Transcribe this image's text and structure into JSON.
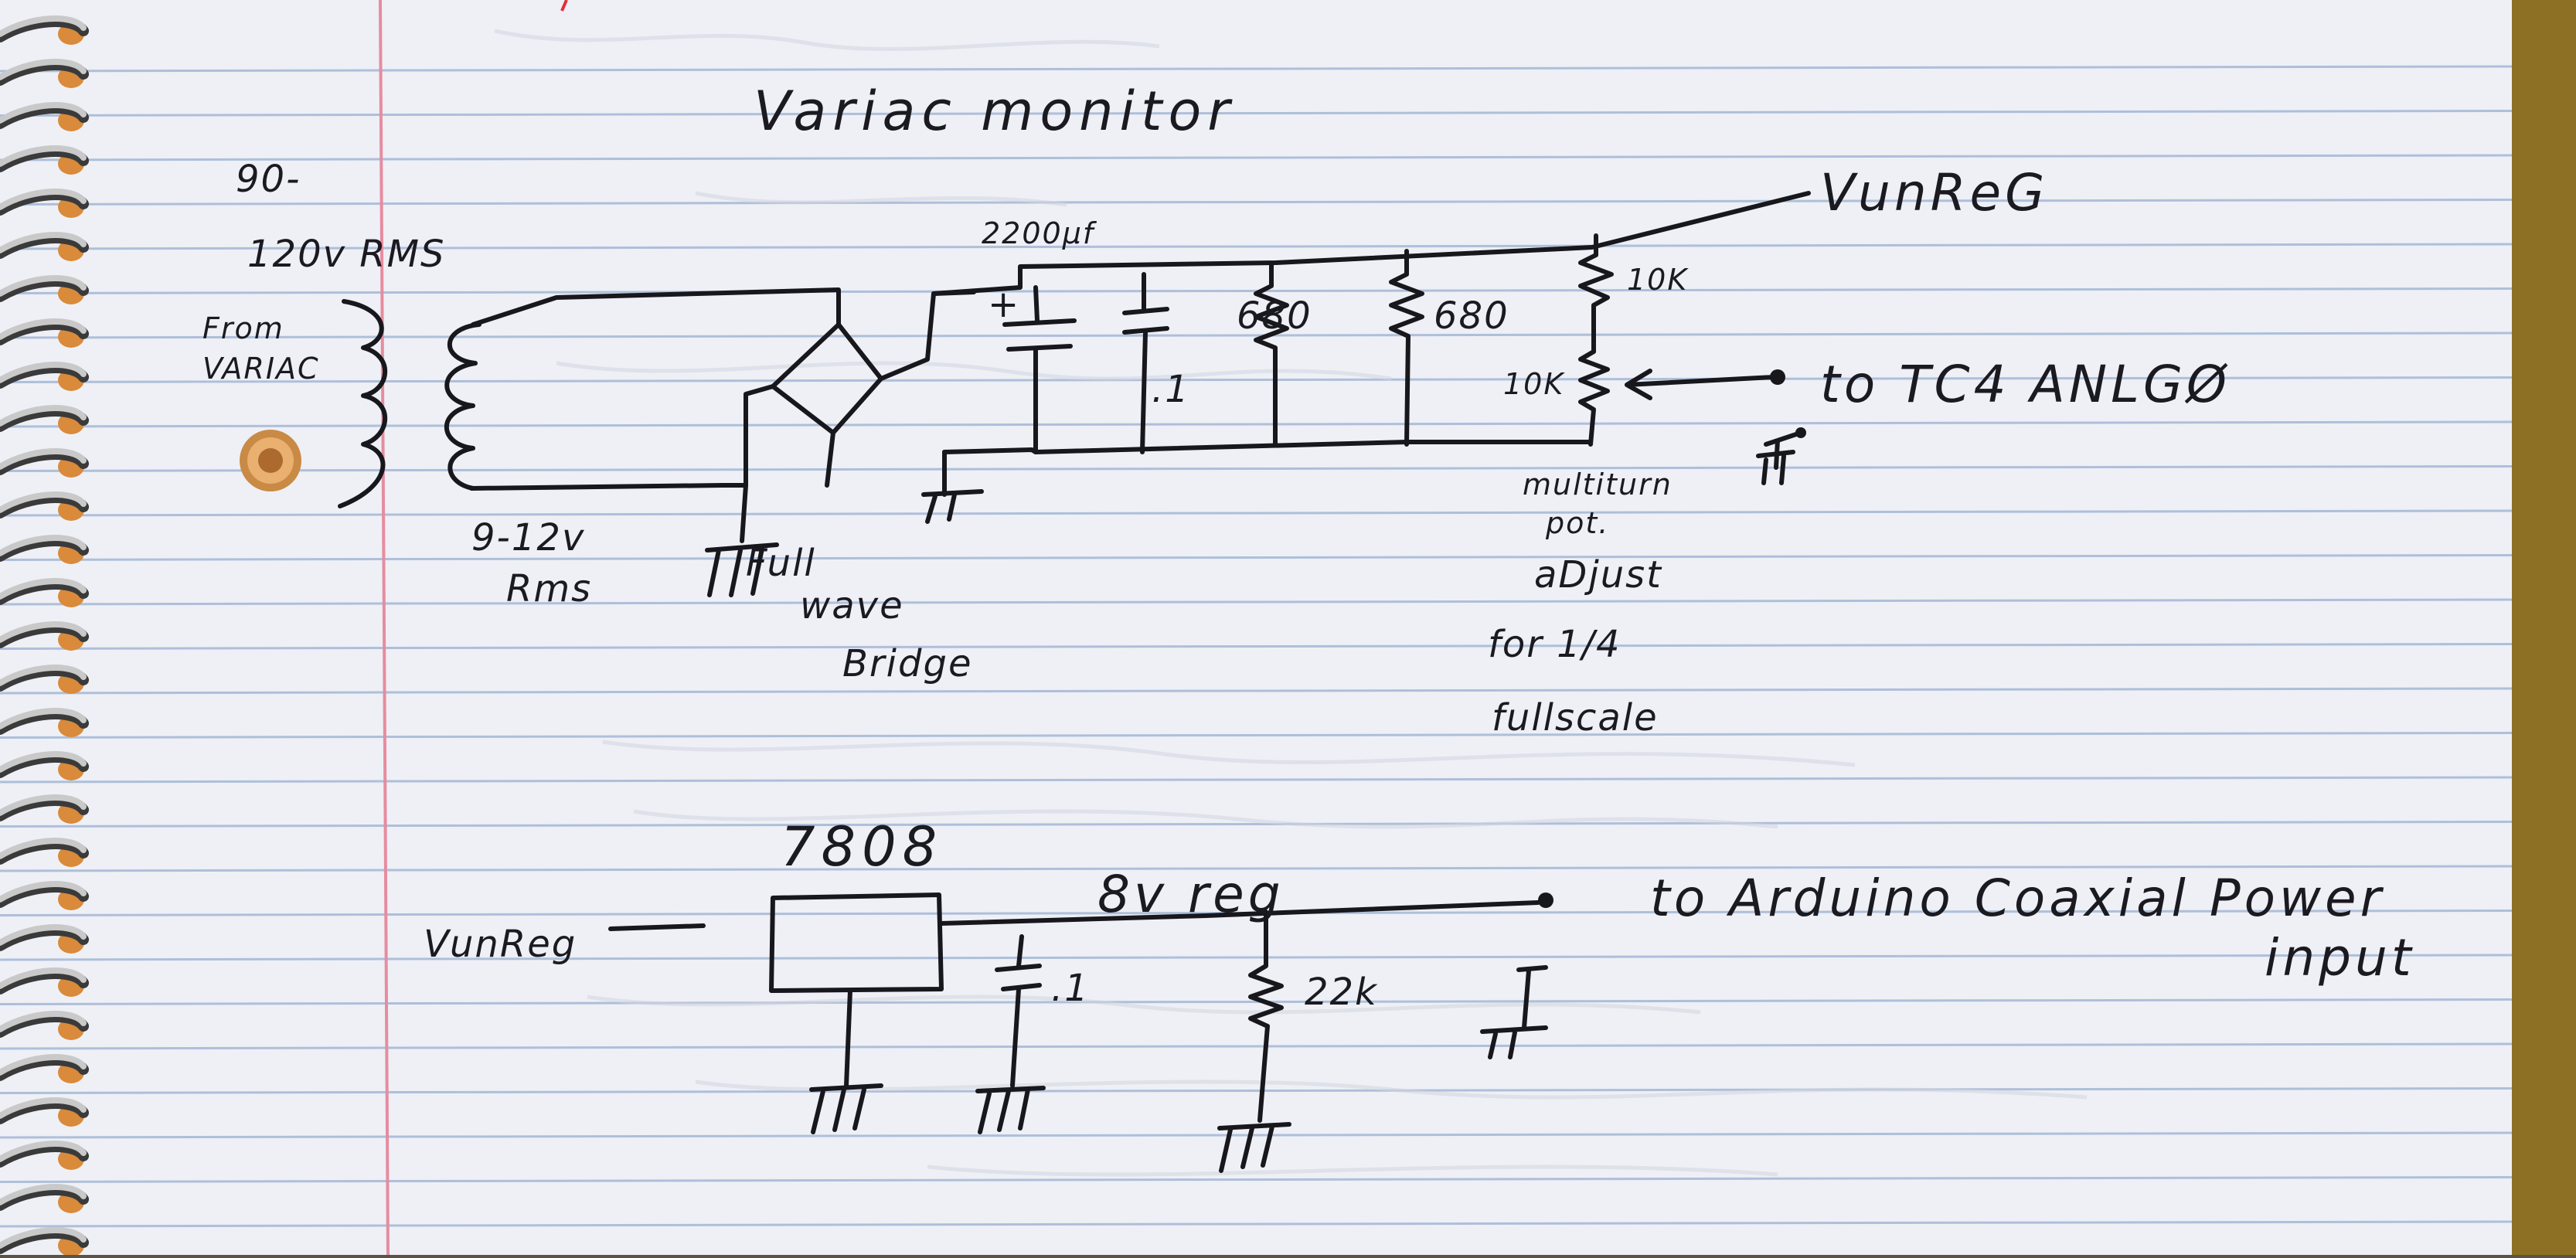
{
  "diagram": {
    "title": "Variac monitor",
    "input": {
      "range_top": "90-",
      "range_bottom": "120v RMS",
      "from_top": "From",
      "from_bottom": "VARIAC",
      "secondary_top": "9-12v",
      "secondary_bottom": "Rms"
    },
    "bridge": {
      "line1": "Full",
      "line2": "wave",
      "line3": "Bridge"
    },
    "components": {
      "cap_electrolytic": "2200µf",
      "cap_plus": "+",
      "cap_small": ".1",
      "res_a": "680",
      "res_b": "680",
      "res_top": "10K",
      "res_pot": "10K"
    },
    "vunreg_label": "VunReG",
    "output_label": "to TC4 ANLGØ",
    "pot_note": [
      "multiturn",
      "pot.",
      "aDjust",
      "for 1/4",
      "fullscale"
    ],
    "regulator": {
      "input_label": "VunReg",
      "chip": "7808",
      "output_rail": "8v reg",
      "cap": ".1",
      "res": "22k",
      "output_line1": "to Arduino Coaxial Power",
      "output_line2": "input"
    }
  },
  "colors": {
    "paper": "#eef0f6",
    "rule_line": "#aebfd9",
    "margin_line": "#e68c9f",
    "ink": "#17171c",
    "faint_ink": "#d3d6e0",
    "spiral": "#c9c9c9",
    "background": "#5a5346",
    "edge": "#8e7024"
  }
}
